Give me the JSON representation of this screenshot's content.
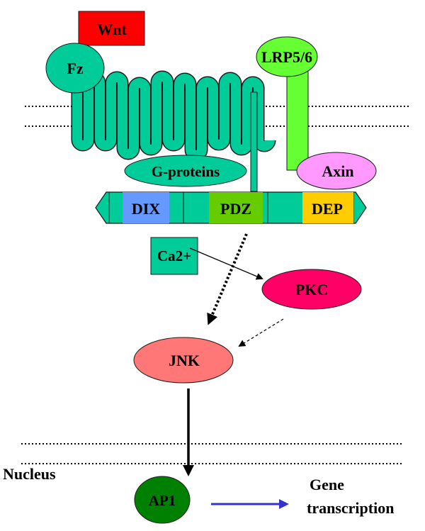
{
  "labels": {
    "wnt": "Wnt",
    "fz": "Fz",
    "lrp": "LRP5/6",
    "g_proteins": "G-proteins",
    "axin": "Axin",
    "dix": "DIX",
    "pdz": "PDZ",
    "dep": "DEP",
    "ca": "Ca2+",
    "pkc": "PKC",
    "jnk": "JNK",
    "nucleus": "Nucleus",
    "ap1": "AP1",
    "gene_line1": "Gene",
    "gene_line2": "transcription"
  },
  "colors": {
    "wnt": "#ff0000",
    "teal": "#00cc99",
    "lrp": "#66ff33",
    "axin": "#ff99ff",
    "dix": "#6699ff",
    "pdz": "#66cc00",
    "dep": "#ffcc00",
    "pkc": "#ff0066",
    "jnk": "#ff7777",
    "ap1": "#008000",
    "arrow_blue": "#3333cc"
  }
}
